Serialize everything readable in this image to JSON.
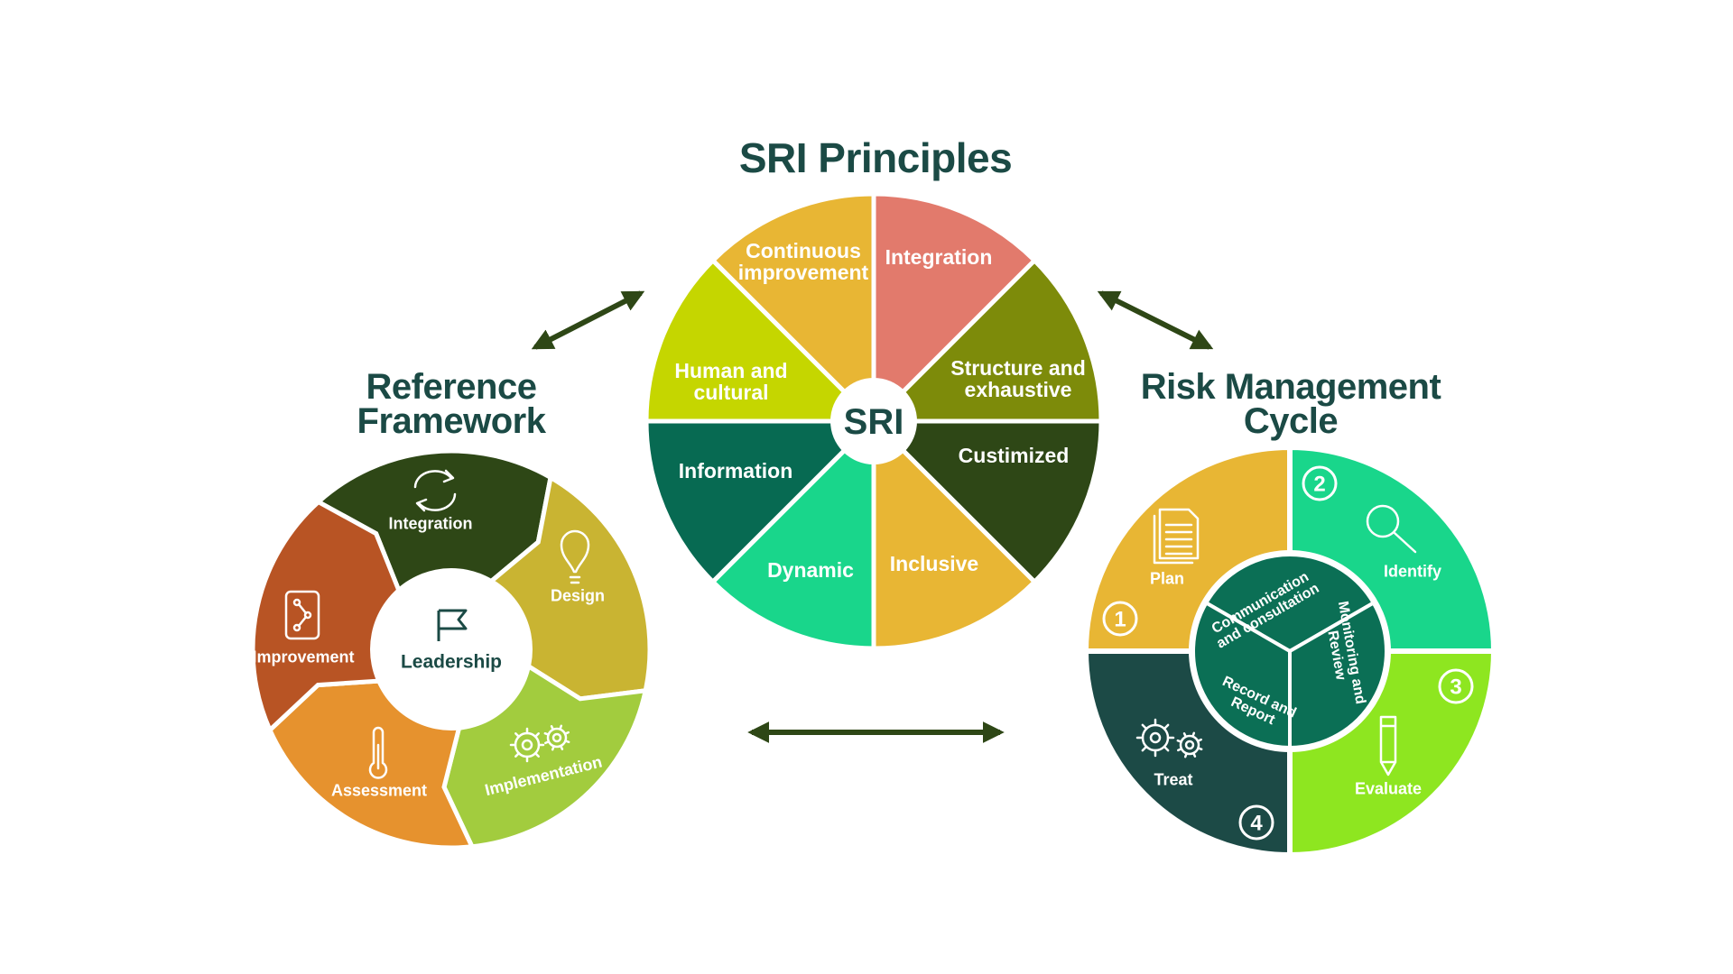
{
  "titles": {
    "principles": "SRI Principles",
    "reference_line1": "Reference",
    "reference_line2": "Framework",
    "risk_line1": "Risk Management",
    "risk_line2": "Cycle"
  },
  "principles": {
    "center": "SRI",
    "segments": [
      {
        "lines": [
          "Continuous",
          "improvement"
        ],
        "color": "#e8b634"
      },
      {
        "lines": [
          "Integration"
        ],
        "color": "#e27a6c"
      },
      {
        "lines": [
          "Human and",
          "cultural"
        ],
        "color": "#c5d600"
      },
      {
        "lines": [
          "Structure and",
          "exhaustive"
        ],
        "color": "#7d8b0a"
      },
      {
        "lines": [
          "Information"
        ],
        "color": "#076a52"
      },
      {
        "lines": [
          "Custimized"
        ],
        "color": "#2e4716"
      },
      {
        "lines": [
          "Dynamic"
        ],
        "color": "#19d68b"
      },
      {
        "lines": [
          "Inclusive"
        ],
        "color": "#e8b634"
      }
    ]
  },
  "reference": {
    "center": "Leadership",
    "segments": [
      {
        "label": "Integration",
        "color": "#2e4716",
        "icon": "refresh-icon"
      },
      {
        "label": "Design",
        "color": "#c9b432",
        "icon": "lightbulb-icon"
      },
      {
        "label": "Implementation",
        "color": "#a2cc3e",
        "icon": "gears-icon"
      },
      {
        "label": "Assessment",
        "color": "#e6922e",
        "icon": "thermometer-icon"
      },
      {
        "label": "Improvement",
        "color": "#b85424",
        "icon": "share-icon"
      }
    ],
    "center_icon": "flag-icon"
  },
  "risk": {
    "quadrants": [
      {
        "label": "Plan",
        "number": "1",
        "color": "#e8b634",
        "icon": "document-icon"
      },
      {
        "label": "Identify",
        "number": "2",
        "color": "#19d68b",
        "icon": "magnifier-icon"
      },
      {
        "label": "Evaluate",
        "number": "3",
        "color": "#8ee620",
        "icon": "pencil-icon"
      },
      {
        "label": "Treat",
        "number": "4",
        "color": "#1c4a46",
        "icon": "gears-icon"
      }
    ],
    "inner": [
      {
        "lines": [
          "Communication",
          "and consultation"
        ]
      },
      {
        "lines": [
          "Monitoring and",
          "Review"
        ]
      },
      {
        "lines": [
          "Record and",
          "Report"
        ]
      }
    ],
    "inner_color": "#0b6f55"
  },
  "colors": {
    "arrow": "#2e4716",
    "title": "#1b4a45"
  }
}
